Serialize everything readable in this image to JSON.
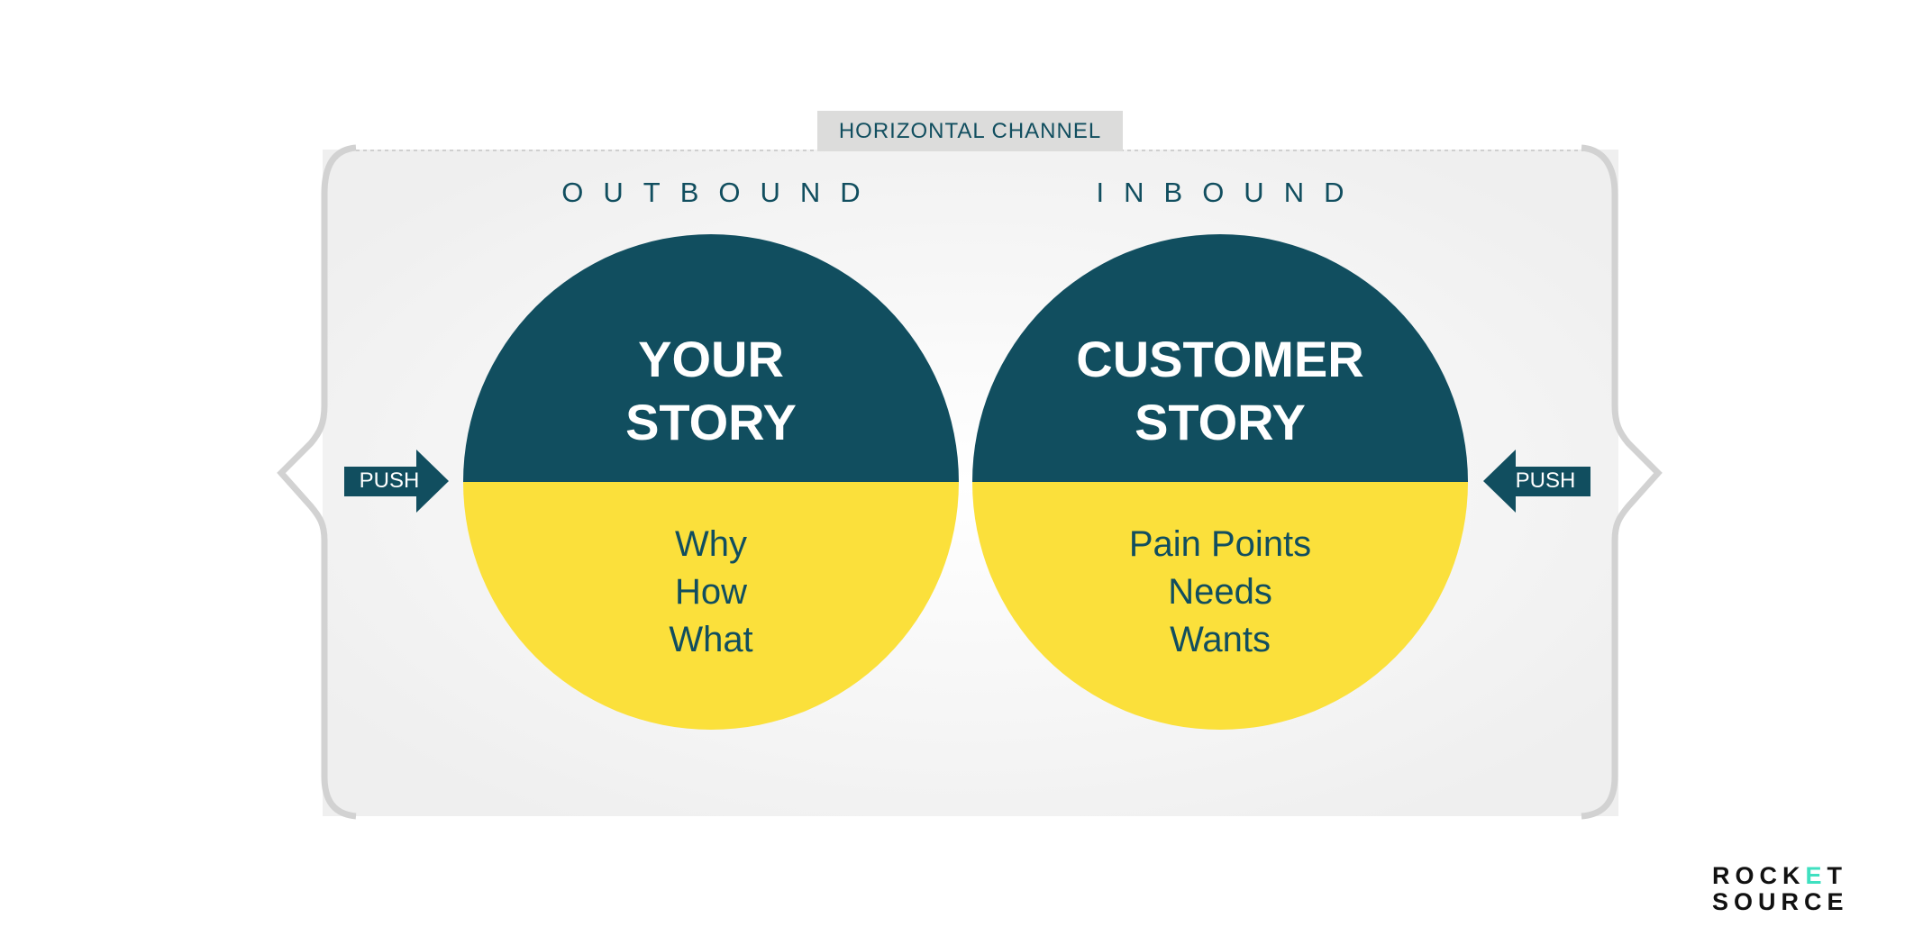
{
  "channel_label": "HORIZONTAL CHANNEL",
  "left": {
    "direction": "OUTBOUND",
    "title_line1": "YOUR",
    "title_line2": "STORY",
    "items": [
      "Why",
      "How",
      "What"
    ],
    "push_label": "PUSH"
  },
  "right": {
    "direction": "INBOUND",
    "title_line1": "CUSTOMER",
    "title_line2": "STORY",
    "items": [
      "Pain Points",
      "Needs",
      "Wants"
    ],
    "push_label": "PUSH"
  },
  "logo": {
    "line1_a": "ROCK",
    "line1_e": "E",
    "line1_b": "T",
    "line2": "SOURCE"
  },
  "colors": {
    "teal": "#114e5f",
    "yellow": "#fbe03b",
    "panel": "#f0f0f0",
    "bracket": "#d2d2d2",
    "logo_accent": "#3fe0c0"
  }
}
